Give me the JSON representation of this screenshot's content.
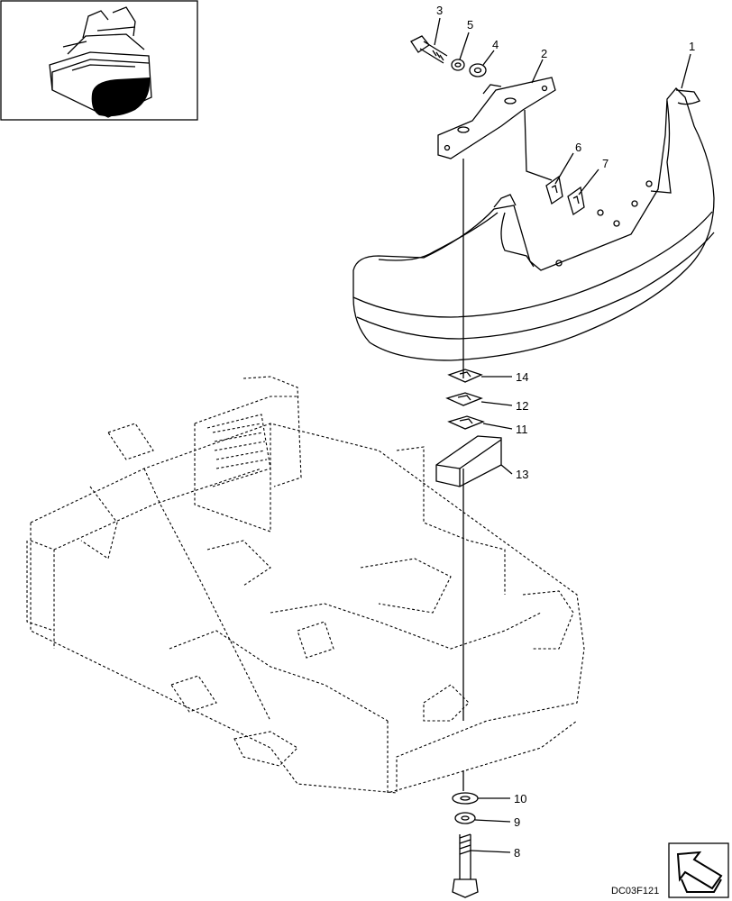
{
  "callouts": {
    "c1": "1",
    "c2": "2",
    "c3": "3",
    "c4": "4",
    "c5": "5",
    "c6": "6",
    "c7": "7",
    "c8": "8",
    "c9": "9",
    "c10": "10",
    "c11": "11",
    "c12": "12",
    "c13": "13",
    "c14": "14"
  },
  "drawing_code": "DC03F121",
  "colors": {
    "line": "#000000",
    "background": "#ffffff",
    "highlight": "#000000"
  },
  "icons": {
    "locator": "machine-locator-thumbnail",
    "nav": "page-turn-arrow-icon"
  }
}
